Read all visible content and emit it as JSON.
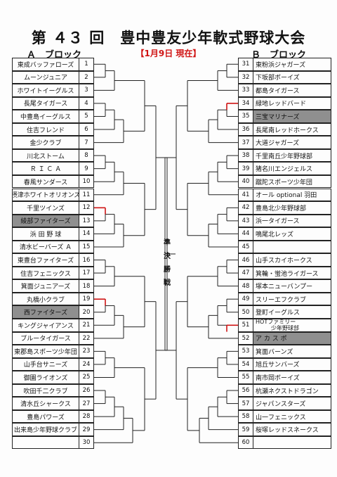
{
  "title": "第 ４３ 回　豊中豊友少年軟式野球大会",
  "as_of": "【1月9日 現在】",
  "block_a_label": "Ａ　ブロック",
  "block_b_label": "Ｂ　ブロック",
  "semifinal_label": [
    "準",
    "決",
    "勝",
    "戦"
  ],
  "block_a": [
    {
      "num": "1",
      "name": "東成バッファローズ"
    },
    {
      "num": "2",
      "name": "ムーンジュニア"
    },
    {
      "num": "3",
      "name": "ホワイトイーグルス"
    },
    {
      "num": "4",
      "name": "長尾タイガース"
    },
    {
      "num": "5",
      "name": "中豊島イーグルス"
    },
    {
      "num": "6",
      "name": "住吉フレンド"
    },
    {
      "num": "7",
      "name": "金少クラブ"
    },
    {
      "num": "8",
      "name": "川北ストーム"
    },
    {
      "num": "9",
      "name": "Ｒ Ｉ Ｃ Ａ"
    },
    {
      "num": "10",
      "name": "春風サンダース"
    },
    {
      "num": "11",
      "name": "摂津ホワイトオリオンズ"
    },
    {
      "num": "12",
      "name": "千里ツインズ"
    },
    {
      "num": "13",
      "name": "綾部ファイターズ",
      "shaded": true
    },
    {
      "num": "14",
      "name": "浜 田 野 球"
    },
    {
      "num": "15",
      "name": "清水ビーバーズ Ａ"
    },
    {
      "num": "16",
      "name": "東豊台ファイターズ"
    },
    {
      "num": "17",
      "name": "住吉フェニックス"
    },
    {
      "num": "18",
      "name": "箕面ジュニアーズ"
    },
    {
      "num": "19",
      "name": "丸橋小クラブ"
    },
    {
      "num": "20",
      "name": "西ファイターズ",
      "shaded": true
    },
    {
      "num": "21",
      "name": "キングジャイアンス"
    },
    {
      "num": "22",
      "name": "ブルータイガース"
    },
    {
      "num": "23",
      "name": "東郡島スポーツ少年団"
    },
    {
      "num": "24",
      "name": "山手台サニーズ"
    },
    {
      "num": "25",
      "name": "御園ライオンズ"
    },
    {
      "num": "26",
      "name": "吹田千二クラブ"
    },
    {
      "num": "27",
      "name": "清水丘シャークス"
    },
    {
      "num": "28",
      "name": "豊島パワーズ"
    },
    {
      "num": "29",
      "name": "出来島少年野球クラブ"
    },
    {
      "num": "30",
      "name": ""
    }
  ],
  "block_b": [
    {
      "num": "31",
      "name": "東粉浜ジャガーズ"
    },
    {
      "num": "32",
      "name": "下坂部ボーイズ"
    },
    {
      "num": "33",
      "name": "都島タイガース"
    },
    {
      "num": "34",
      "name": "緑地レッドバード"
    },
    {
      "num": "35",
      "name": "三宝マリナーズ",
      "shaded": true
    },
    {
      "num": "36",
      "name": "長尾南レッドホークス"
    },
    {
      "num": "37",
      "name": "大道ジャガーズ"
    },
    {
      "num": "38",
      "name": "千里南丘少年野球部"
    },
    {
      "num": "39",
      "name": "猪名川エンジェルス"
    },
    {
      "num": "40",
      "name": "蹴陀スポーツ少年団"
    },
    {
      "num": "41",
      "name": "オール optional 羽田"
    },
    {
      "num": "42",
      "name": "豊島北少年野球部"
    },
    {
      "num": "43",
      "name": "浜一タイガース"
    },
    {
      "num": "44",
      "name": "鳴尾北レッズ"
    },
    {
      "num": "45",
      "name": ""
    },
    {
      "num": "46",
      "name": "山手スカイホークス"
    },
    {
      "num": "47",
      "name": "箕輪・蛍池ライガース"
    },
    {
      "num": "48",
      "name": "塚本ニューバンプー"
    },
    {
      "num": "49",
      "name": "スリーエフクラブ"
    },
    {
      "num": "50",
      "name": "登町イーグルス"
    },
    {
      "num": "51",
      "name": "HOTファミリー",
      "name2": "少年野球部"
    },
    {
      "num": "52",
      "name": "ア カ ス ポ",
      "shaded": true
    },
    {
      "num": "53",
      "name": "箕面バーンズ"
    },
    {
      "num": "54",
      "name": "旭丘サンバーズ"
    },
    {
      "num": "55",
      "name": "南市岡ボーイズ"
    },
    {
      "num": "56",
      "name": "杭瀬ネクストドラゴン"
    },
    {
      "num": "57",
      "name": "ジャパンスターズ"
    },
    {
      "num": "58",
      "name": "山一フェニックス"
    },
    {
      "num": "59",
      "name": "桜塚レッドスネークス"
    },
    {
      "num": "60",
      "name": ""
    }
  ]
}
